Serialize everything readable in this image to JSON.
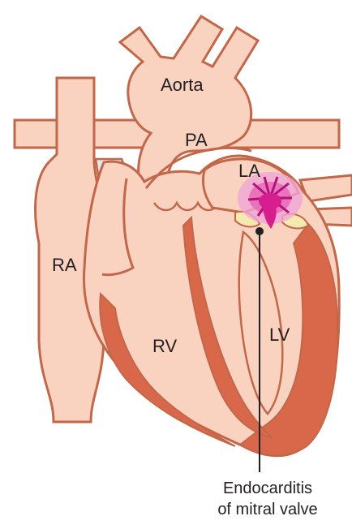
{
  "diagram": {
    "labels": {
      "aorta": "Aorta",
      "pa": "PA",
      "la": "LA",
      "ra": "RA",
      "rv": "RV",
      "lv": "LV"
    },
    "caption": {
      "line1": "Endocarditis",
      "line2": "of mitral valve"
    },
    "colors": {
      "tissue": "#f9d3c0",
      "outline": "#c1674a",
      "myocardium": "#d9684a",
      "vegetation": "#d61e8e",
      "vegetation_glow": "#f0a6d4",
      "valve": "#f4e9b0",
      "vena_cava_gap": "#dfe6ec",
      "pointer": "#231f20"
    }
  }
}
